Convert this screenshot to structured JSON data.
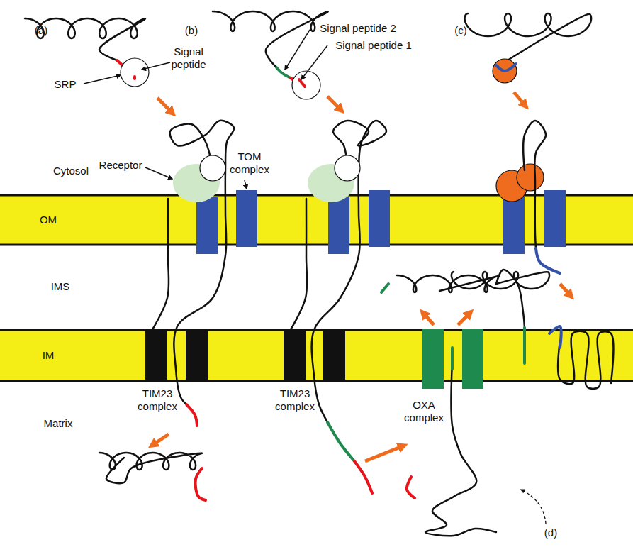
{
  "diagram": {
    "nodes": [
      {
        "text": [
          "OM"
        ]
      },
      {
        "text": [
          "IM"
        ]
      }
    ],
    "labels": [
      "(a)",
      "Signal peptide",
      "SRP",
      "(b)",
      "Signal peptide 2",
      "Signal peptide 1",
      "(c)",
      "Cytosol",
      "Receptor",
      "TOM complex",
      "IMS",
      "Matrix",
      "TIM23 complex",
      "TIM23 complex",
      "OXA complex",
      "(d)"
    ]
  }
}
